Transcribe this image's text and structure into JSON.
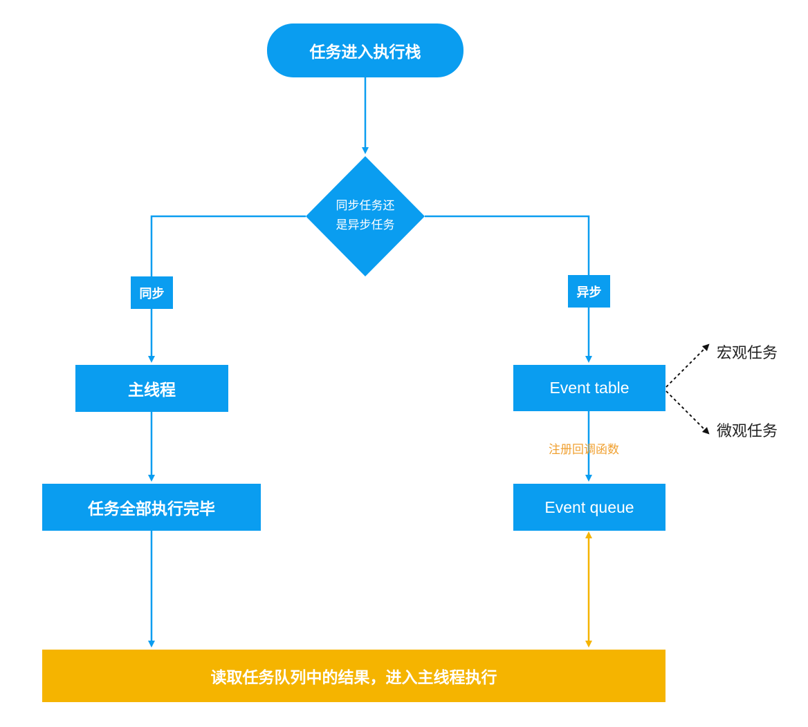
{
  "colors": {
    "primary": "#0a9df0",
    "accent": "#f5b400",
    "callback_text": "#f0a030",
    "dashed": "#111111"
  },
  "nodes": {
    "start": "任务进入执行栈",
    "decision_line1": "同步任务还",
    "decision_line2": "是异步任务",
    "sync_tag": "同步",
    "async_tag": "异步",
    "main_thread": "主线程",
    "all_done": "任务全部执行完毕",
    "event_table": "Event table",
    "event_queue": "Event queue",
    "read_queue": "读取任务队列中的结果，进入主线程执行"
  },
  "edge_labels": {
    "register_callback": "注册回调函数"
  },
  "branches": {
    "macro_task": "宏观任务",
    "micro_task": "微观任务"
  }
}
